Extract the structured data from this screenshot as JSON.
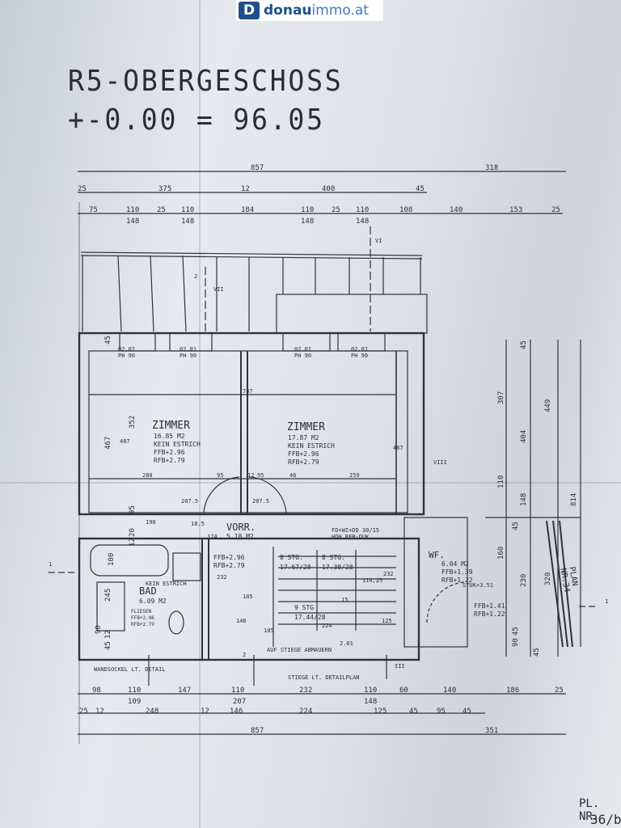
{
  "logo": {
    "mark": "D",
    "brand_bold": "donau",
    "brand_light": "immo.at"
  },
  "title": {
    "line1": "R5-OBERGESCHOSS",
    "line2": "+-0.00 = 96.05"
  },
  "sheet": {
    "plan_nr": "PLAN NR.34",
    "pl_nr": "PL. NR.",
    "page": "36/b"
  },
  "rooms": [
    {
      "name": "ZIMMER",
      "area": "16.85 M2",
      "note": "KEIN ESTRICH",
      "ffb": "FFB+2.96",
      "rfb": "RFB+2.79"
    },
    {
      "name": "ZIMMER",
      "area": "17.87 M2",
      "note": "KEIN ESTRICH",
      "ffb": "FFB+2.96",
      "rfb": "RFB+2.79"
    },
    {
      "name": "VORR.",
      "area": "5.18 M2"
    },
    {
      "name": "BAD",
      "area": "6.09 M2",
      "note": "FLIESEN",
      "ffb": "FFB+2.96",
      "rfb": "RFB+2.79"
    },
    {
      "name": "WF.",
      "area": "6.04 M2",
      "ffb": "FFB+1.39",
      "rfb": "RFB+1.22"
    }
  ],
  "stairs": [
    {
      "label": "8 STG.",
      "value": "17.67/28"
    },
    {
      "label": "8 STG.",
      "value": "17.38/28"
    },
    {
      "label": "9 STG",
      "value": "17.44/28"
    }
  ],
  "vorr_levels": {
    "ffb": "FFB+2.96",
    "rfb": "RFB+2.79"
  },
  "wf_lower": {
    "ffb": "FFB+1.41",
    "rfb": "RFB+1.22"
  },
  "dims_top_row1": [
    "857",
    "318"
  ],
  "dims_top_row2": [
    "25",
    "375",
    "12",
    "400",
    "45"
  ],
  "dims_top_row3": [
    "75",
    "110",
    "25",
    "110",
    "184",
    "110",
    "25",
    "110",
    "108",
    "140",
    "153",
    "25"
  ],
  "dims_top_row3b": [
    "148",
    "148",
    "148",
    "148"
  ],
  "dims_bottom_row1": [
    "98",
    "110",
    "147",
    "110",
    "232",
    "110",
    "60",
    "140",
    "186",
    "25"
  ],
  "dims_bottom_row1b": [
    "109",
    "207",
    "148"
  ],
  "dims_bottom_row2": [
    "25",
    "12",
    "248",
    "12",
    "146",
    "224",
    "125",
    "45",
    "95",
    "45"
  ],
  "dims_bottom_row3": [
    "857",
    "351"
  ],
  "dims_right": [
    "45",
    "307",
    "404",
    "449",
    "110",
    "148",
    "814",
    "45",
    "160",
    "230",
    "320",
    "45",
    "90",
    "45"
  ],
  "dims_left": [
    "45",
    "467",
    "352",
    "95",
    "20",
    "12",
    "100",
    "245",
    "90",
    "12",
    "45"
  ],
  "misc_labels": [
    "787",
    "280",
    "95",
    "12",
    "95",
    "46",
    "259",
    "190",
    "467",
    "467",
    "PH 90",
    "PH 90",
    "PH 90",
    "PH 90",
    "02.01",
    "02.01",
    "02.01",
    "02.01",
    "VIII",
    "VI",
    "VII",
    "2",
    "2",
    "1",
    "1",
    "III",
    "174",
    "232",
    "146",
    "224",
    "105",
    "125",
    "114,25",
    "232",
    "15",
    "105",
    "207.5",
    "207.5",
    "18.5",
    "AUF STIEGE ABMAUERN",
    "WANDSOCKEL LT. DETAIL",
    "STIEGE LT. DETAILPLAN",
    "KEIN ESTRICH",
    "FD+WI+DD 30/15",
    "HOH RFB-DUK",
    "STUK+3.51",
    "2.01"
  ]
}
